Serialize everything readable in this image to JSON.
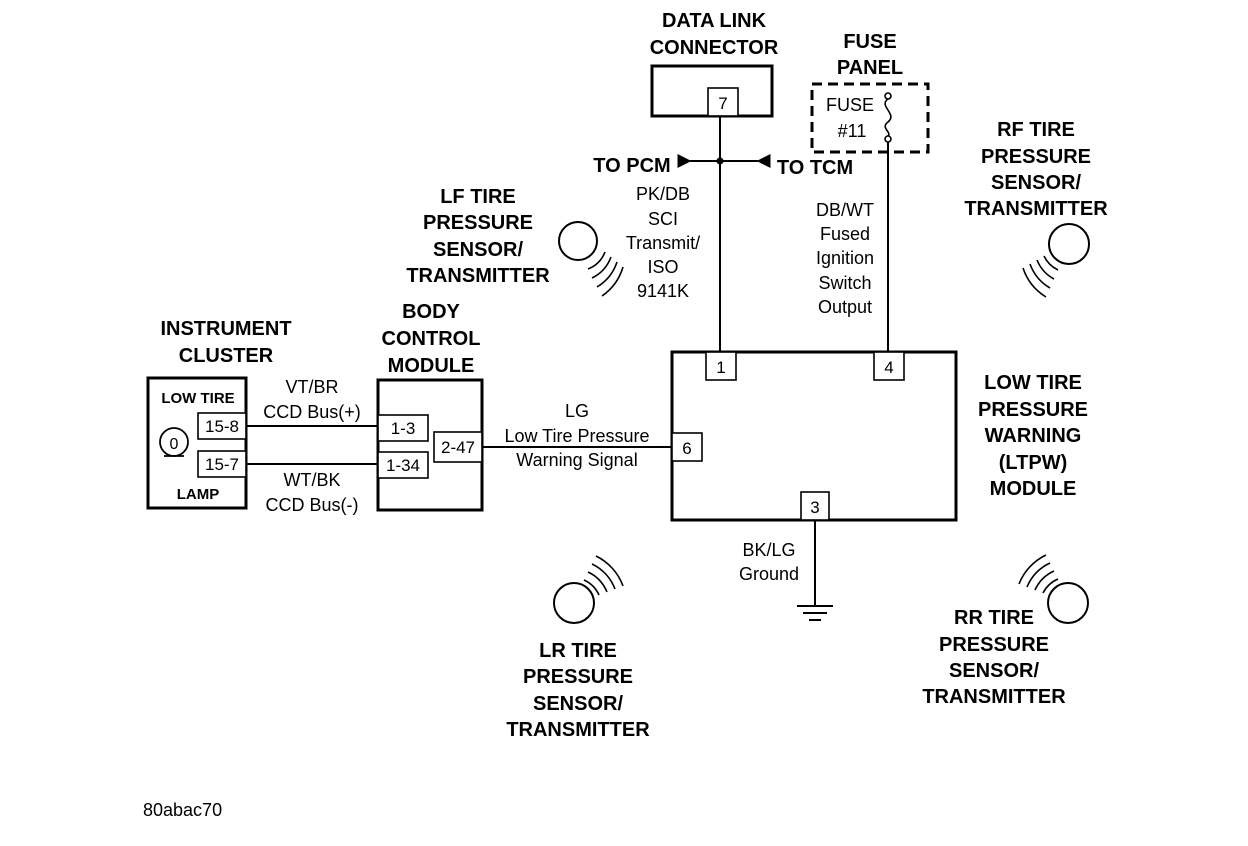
{
  "components": {
    "data_link_connector": {
      "title_line1": "DATA LINK",
      "title_line2": "CONNECTOR",
      "pin": "7"
    },
    "fuse_panel": {
      "title_line1": "FUSE",
      "title_line2": "PANEL",
      "fuse_line1": "FUSE",
      "fuse_line2": "#11"
    },
    "instrument_cluster": {
      "title_line1": "INSTRUMENT",
      "title_line2": "CLUSTER",
      "top_label": "LOW TIRE",
      "bottom_label": "LAMP",
      "lamp_glyph": "0",
      "pin_a": "15-8",
      "pin_b": "15-7"
    },
    "body_control_module": {
      "title_line1": "BODY",
      "title_line2": "CONTROL",
      "title_line3": "MODULE",
      "pin_a": "1-3",
      "pin_b": "1-34",
      "pin_c": "2-47"
    },
    "ltpw_module": {
      "title_line1": "LOW TIRE",
      "title_line2": "PRESSURE",
      "title_line3": "WARNING",
      "title_line4": "(LTPW)",
      "title_line5": "MODULE",
      "pin_1": "1",
      "pin_4": "4",
      "pin_6": "6",
      "pin_3": "3"
    },
    "lf_sensor": {
      "line1": "LF TIRE",
      "line2": "PRESSURE",
      "line3": "SENSOR/",
      "line4": "TRANSMITTER"
    },
    "rf_sensor": {
      "line1": "RF TIRE",
      "line2": "PRESSURE",
      "line3": "SENSOR/",
      "line4": "TRANSMITTER"
    },
    "lr_sensor": {
      "line1": "LR TIRE",
      "line2": "PRESSURE",
      "line3": "SENSOR/",
      "line4": "TRANSMITTER"
    },
    "rr_sensor": {
      "line1": "RR TIRE",
      "line2": "PRESSURE",
      "line3": "SENSOR/",
      "line4": "TRANSMITTER"
    }
  },
  "wires": {
    "sci": {
      "line1": "PK/DB",
      "line2": "SCI",
      "line3": "Transmit/",
      "line4": "ISO",
      "line5": "9141K"
    },
    "to_pcm": "TO PCM",
    "to_tcm": "TO TCM",
    "ignition": {
      "line1": "DB/WT",
      "line2": "Fused",
      "line3": "Ignition",
      "line4": "Switch",
      "line5": "Output"
    },
    "ccd_plus": {
      "line1": "VT/BR",
      "line2": "CCD Bus(+)"
    },
    "ccd_minus": {
      "line1": "WT/BK",
      "line2": "CCD Bus(-)"
    },
    "warning_signal": {
      "line1": "LG",
      "line2": "Low Tire Pressure",
      "line3": "Warning Signal"
    },
    "ground": {
      "line1": "BK/LG",
      "line2": "Ground"
    }
  },
  "figure_id": "80abac70"
}
